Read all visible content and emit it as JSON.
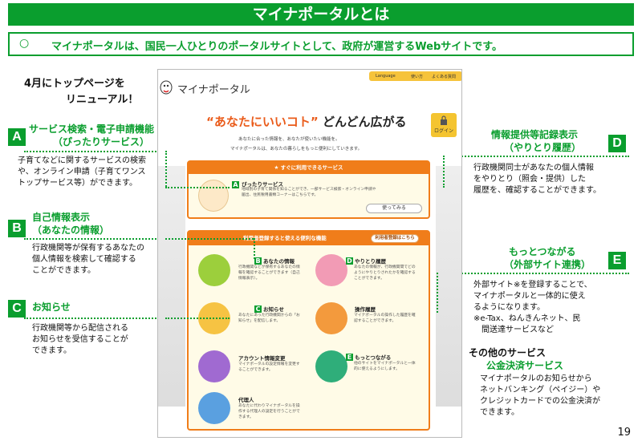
{
  "title": "マイナポータルとは",
  "subtitle": {
    "bullet": "○",
    "text": "マイナポータルは、国民一人ひとりのポータルサイトとして、政府が運営するWebサイトです。"
  },
  "renewal": {
    "line1": "4月にトップページを",
    "line2": "リニューアル！"
  },
  "sections": {
    "a": {
      "letter": "A",
      "head1": "サービス検索・電子申請機能",
      "head2": "（ぴったりサービス）",
      "desc": [
        "子育てなどに関するサービスの検索",
        "や、オンライン申請（子育てワンス",
        "トップサービス等）ができます。"
      ]
    },
    "b": {
      "letter": "B",
      "head1": "自己情報表示",
      "head2": "（あなたの情報）",
      "desc": [
        "行政機関等が保有するあなたの",
        "個人情報を検索して確認する",
        "ことができます。"
      ]
    },
    "c": {
      "letter": "C",
      "head1": "お知らせ",
      "desc": [
        "行政機関等から配信される",
        "お知らせを受信することが",
        "できます。"
      ]
    },
    "d": {
      "letter": "D",
      "head1": "情報提供等記録表示",
      "head2": "（やりとり履歴）",
      "desc": [
        "行政機関同士があなたの個人情報",
        "をやりとり（照会・提供）した",
        "履歴を、確認することができます。"
      ]
    },
    "e": {
      "letter": "E",
      "head1": "もっとつながる",
      "head2": "（外部サイト連携）",
      "desc": [
        "外部サイト※を登録することで、",
        "マイナポータルと一体的に使え",
        "るようになります。",
        "※e-Tax、ねんきんネット、民",
        "　間送達サービスなど"
      ]
    }
  },
  "other": {
    "head": "その他のサービス",
    "sub": "公金決済サービス",
    "desc": [
      "マイナポータルのお知らせから",
      "ネットバンキング（ペイジー）や",
      "クレジットカードでの公金決済が",
      "できます。"
    ]
  },
  "page_number": "19",
  "screenshot": {
    "topbar": {
      "lang": "Language",
      "help": "使い方",
      "faq": "よくある質問"
    },
    "logo": "マイナポータル",
    "headline_quote": "“あなたにいいコト”",
    "headline_rest": " どんどん広がる",
    "login": "ログイン",
    "tagline1": "あなたに合った情報を、あなたが使いたい機能を。",
    "tagline2": "マイナポータルは、あなたの暮らしをもっと便利にしていきます。",
    "panel1_head": "★ すぐに利用できるサービス",
    "pittari_title": "ぴったりサービス",
    "pittari_desc": "地域別の子育て関係を知ることができ、一部サービス検索・オンライン申請や届出、住民税用書類コーナーはこちらです。",
    "try_btn": "使ってみる",
    "panel2_head": "利用者登録すると使える便利な機能",
    "register_btn": "利用者登録はこちら",
    "features": [
      {
        "title": "あなたの情報",
        "desc": "行政機関などが保有するあなたの情報を確認することができます（自己情報表示）。"
      },
      {
        "title": "やりとり履歴",
        "desc": "あなたの情報が、行政機関間でどのようにやりとりされたかを確認することができます。"
      },
      {
        "title": "お知らせ",
        "desc": "あなたにあった行政機関からの「お知らせ」を配信します。"
      },
      {
        "title": "操作履歴",
        "desc": "マイナポータルの操作した履歴を確認することができます。"
      },
      {
        "title": "アカウント情報変更",
        "desc": "マイナポータルの設定情報を変更することができます。"
      },
      {
        "title": "もっとつながる",
        "desc": "他のサイトをマイナポータルと一体的に使えるようにします。"
      },
      {
        "title": "代理人",
        "desc": "あなたに代わりマイナポータルを操作する代理人の設定を行うことができます。"
      }
    ]
  },
  "colors": {
    "green": "#0a9e2e",
    "orange": "#f07d1a",
    "yellow": "#f4c430"
  }
}
